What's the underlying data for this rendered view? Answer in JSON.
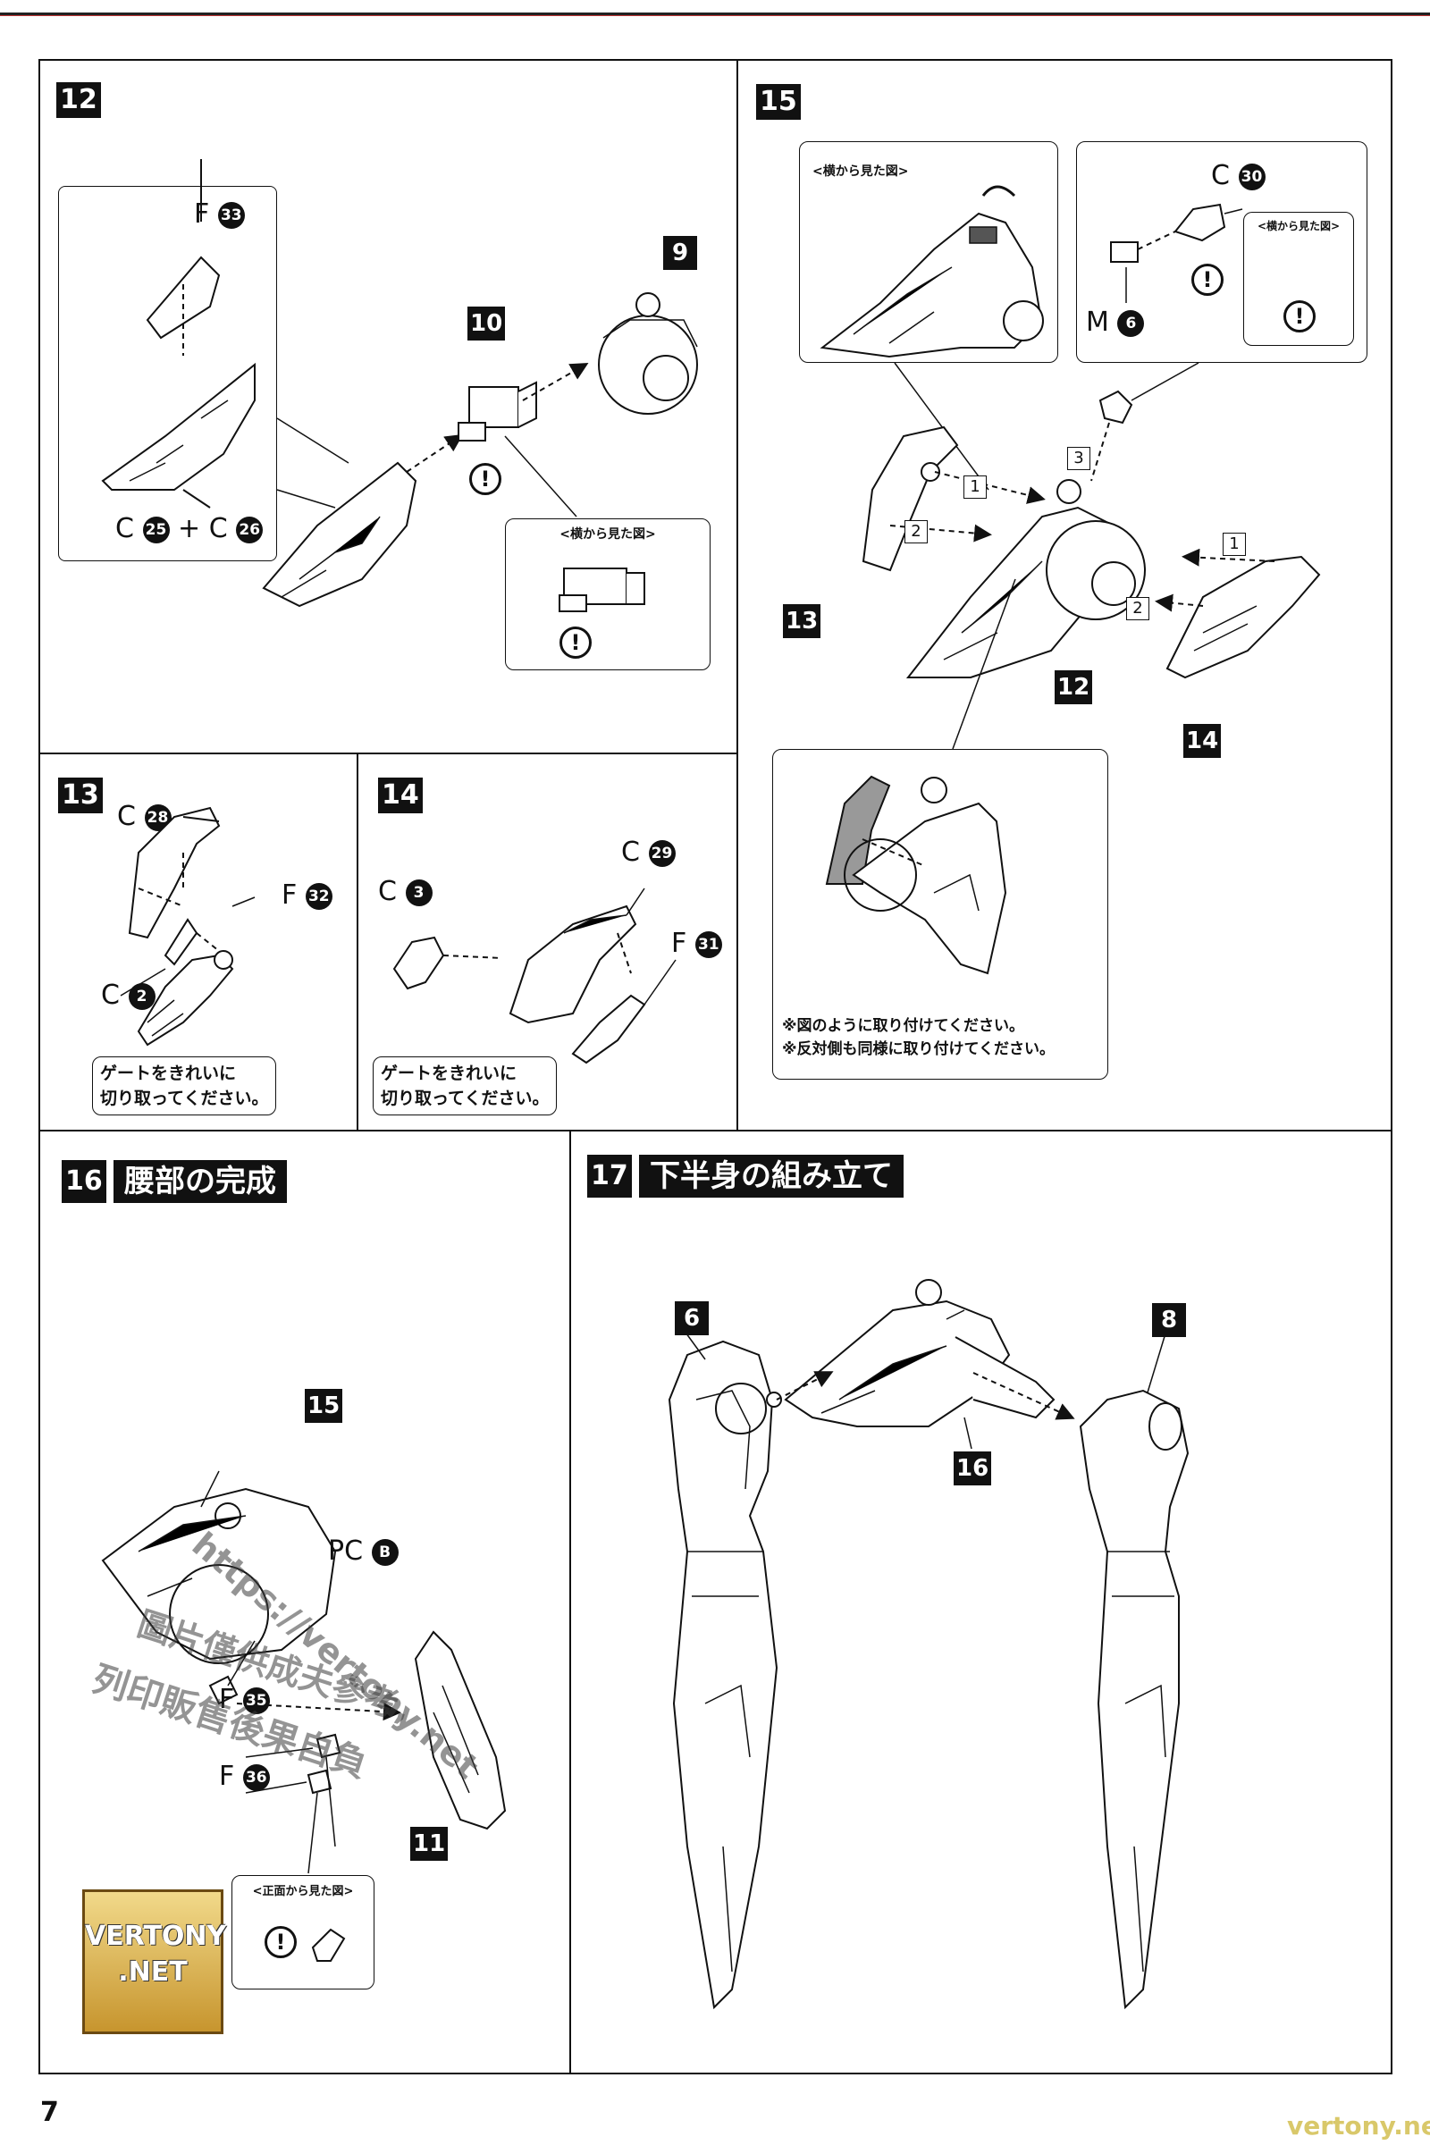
{
  "page_number": "7",
  "site_footer": "vertony.net",
  "watermark": {
    "url": "https://vertony.net",
    "line1": "圖片僅供成夫參考,",
    "line2": "列印販售後果自負"
  },
  "logo": {
    "line1": "VERTONY",
    "line2": ".NET"
  },
  "warning_glyph": "!",
  "steps": {
    "s12": {
      "number": "12",
      "callout_title": "<横から見た図>",
      "labels": {
        "f33": "F",
        "f33_num": "33",
        "c25": "C",
        "c25_num": "25",
        "plus": "+",
        "c26": "C",
        "c26_num": "26"
      },
      "refs": [
        "9",
        "10"
      ]
    },
    "s13": {
      "number": "13",
      "labels": {
        "c28": "C",
        "c28_num": "28",
        "f32": "F",
        "f32_num": "32",
        "c2": "C",
        "c2_num": "2"
      },
      "note_line1": "ゲートをきれいに",
      "note_line2": "切り取ってください。"
    },
    "s14": {
      "number": "14",
      "labels": {
        "c3": "C",
        "c3_num": "3",
        "c29": "C",
        "c29_num": "29",
        "f31": "F",
        "f31_num": "31"
      },
      "note_line1": "ゲートをきれいに",
      "note_line2": "切り取ってください。"
    },
    "s15": {
      "number": "15",
      "callout_side_title": "<横から見た図>",
      "callout_small_title": "<横から見た図>",
      "labels": {
        "c30": "C",
        "c30_num": "30",
        "m6": "M",
        "m6_num": "6"
      },
      "sequence": [
        "1",
        "2",
        "3",
        "1",
        "2"
      ],
      "refs": [
        "13",
        "12",
        "14"
      ],
      "note_line1": "※図のように取り付けてください。",
      "note_line2": "※反対側も同様に取り付けてください。"
    },
    "s16": {
      "number": "16",
      "title": "腰部の完成",
      "callout_title": "<正面から見た図>",
      "labels": {
        "pcb": "PC",
        "pcb_num": "B",
        "f35": "F",
        "f35_num": "35",
        "f36": "F",
        "f36_num": "36"
      },
      "refs": [
        "15",
        "11"
      ]
    },
    "s17": {
      "number": "17",
      "title": "下半身の組み立て",
      "refs": [
        "6",
        "16",
        "8"
      ]
    }
  }
}
